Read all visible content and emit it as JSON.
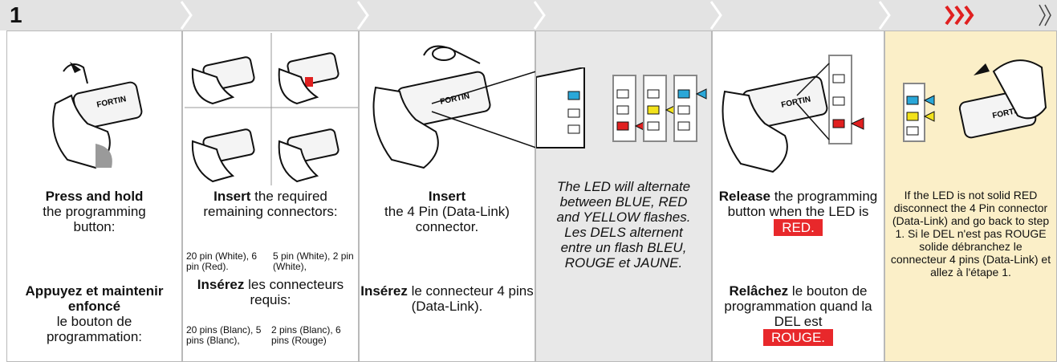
{
  "step_number": "1",
  "colors": {
    "topbar": "#e3e3e3",
    "chevron": "#ffffff",
    "alert_chevron": "#e02020",
    "red_tag": "#e8282b",
    "led_blue": "#2aa7d8",
    "led_yellow": "#f2e21b",
    "led_red": "#e02020"
  },
  "panel1": {
    "en_bold": "Press and hold",
    "en_rest": "the programming button:",
    "fr_bold": "Appuyez et maintenir enfoncé",
    "fr_rest": "le bouton de programmation:"
  },
  "panel2": {
    "en_bold": "Insert",
    "en_rest": " the required remaining connectors:",
    "en_left": "20 pin (White), 6 pin (Red).",
    "en_right": "5 pin (White), 2 pin (White),",
    "fr_bold": "Insérez",
    "fr_rest": " les connecteurs requis:",
    "fr_left": "20 pins (Blanc), 5 pins (Blanc),",
    "fr_right": "2 pins (Blanc), 6 pins (Rouge)"
  },
  "panel3": {
    "en_bold": "Insert",
    "en_rest": " the 4 Pin (Data-Link) connector.",
    "fr_bold": "Insérez",
    "fr_rest": " le connecteur 4 pins (Data-Link)."
  },
  "panel4": {
    "text": "The LED will alternate between BLUE, RED and YELLOW flashes. Les DELS alternent entre un flash BLEU, ROUGE et JAUNE."
  },
  "panel5": {
    "en_bold": "Release",
    "en_rest": " the programming button when the LED is",
    "en_tag": "RED.",
    "fr_bold": "Relâchez",
    "fr_rest": " le bouton de programmation quand la DEL est",
    "fr_tag": "ROUGE."
  },
  "panel6": {
    "text": "If the LED is not solid RED disconnect the 4 Pin connector (Data-Link) and go back to step 1. Si le DEL n'est pas ROUGE solide débranchez le connecteur 4 pins (Data-Link) et allez à l'étape 1."
  },
  "icons": [
    "chevron-right-icon",
    "triple-chevron-alert-icon",
    "hand-holding-module-icon",
    "led-connector-icon"
  ]
}
